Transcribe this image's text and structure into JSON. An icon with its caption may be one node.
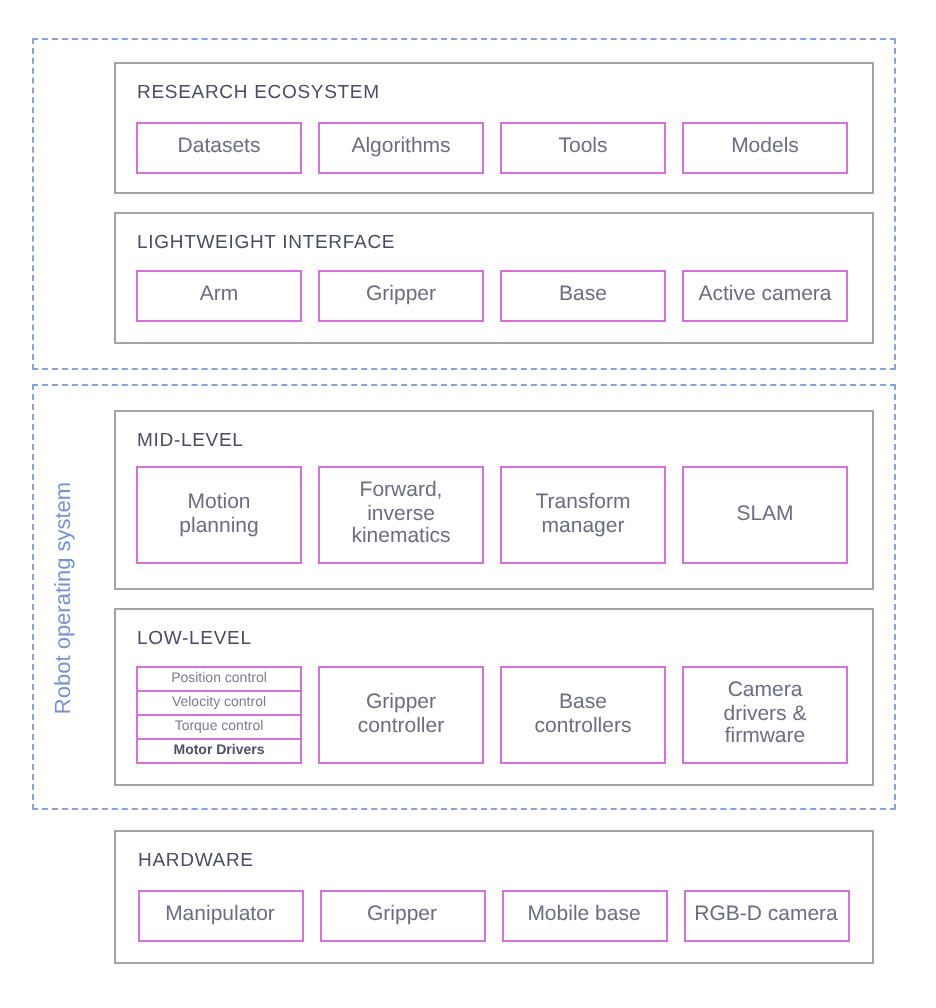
{
  "diagram": {
    "nodes": [
      {
        "text": [],
        "shape": "box"
      },
      {
        "text": [
          "RESEARCH ECOSYSTEM"
        ],
        "in": 0
      },
      {
        "text": [
          "Datasets"
        ],
        "in": 1
      },
      {
        "text": [
          "Algorithms"
        ],
        "in": 1
      },
      {
        "text": [
          "Tools"
        ],
        "in": 1
      },
      {
        "text": [
          "Models"
        ],
        "in": 1
      },
      {
        "text": [
          "LIGHTWEIGHT INTERFACE"
        ],
        "in": 0
      },
      {
        "text": [
          "Arm"
        ],
        "in": 6
      },
      {
        "text": [
          "Gripper"
        ],
        "in": 6
      },
      {
        "text": [
          "Base"
        ],
        "in": 6
      },
      {
        "text": [
          "Active camera"
        ],
        "in": 6
      },
      {
        "text": [
          "Robot operating system"
        ]
      },
      {
        "text": [
          "MID-LEVEL"
        ],
        "in": 11
      },
      {
        "text": [
          "Motion planning"
        ],
        "in": 12
      },
      {
        "text": [
          "Forward, inverse kinematics"
        ],
        "in": 12
      },
      {
        "text": [
          "Transform manager"
        ],
        "in": 12
      },
      {
        "text": [
          "SLAM"
        ],
        "in": 12
      },
      {
        "text": [
          "LOW-LEVEL"
        ],
        "in": 11
      },
      {
        "text": [
          "Position control"
        ],
        "in": 17
      },
      {
        "text": [
          "Velocity control"
        ],
        "in": 17
      },
      {
        "text": [
          "Torque control"
        ],
        "in": 17
      },
      {
        "text": [
          "Motor Drivers"
        ],
        "in": 17
      },
      {
        "text": [
          "Gripper controller"
        ],
        "in": 17
      },
      {
        "text": [
          "Base controllers"
        ],
        "in": 17
      },
      {
        "text": [
          "Camera drivers & firmware"
        ],
        "in": 17
      },
      {
        "text": [
          "HARDWARE"
        ]
      },
      {
        "text": [
          "Manipulator"
        ],
        "in": 25
      },
      {
        "text": [
          "Gripper"
        ],
        "in": 25
      },
      {
        "text": [
          "Mobile base"
        ],
        "in": 25
      },
      {
        "text": [
          "RGB-D camera"
        ],
        "in": 25
      }
    ]
  }
}
